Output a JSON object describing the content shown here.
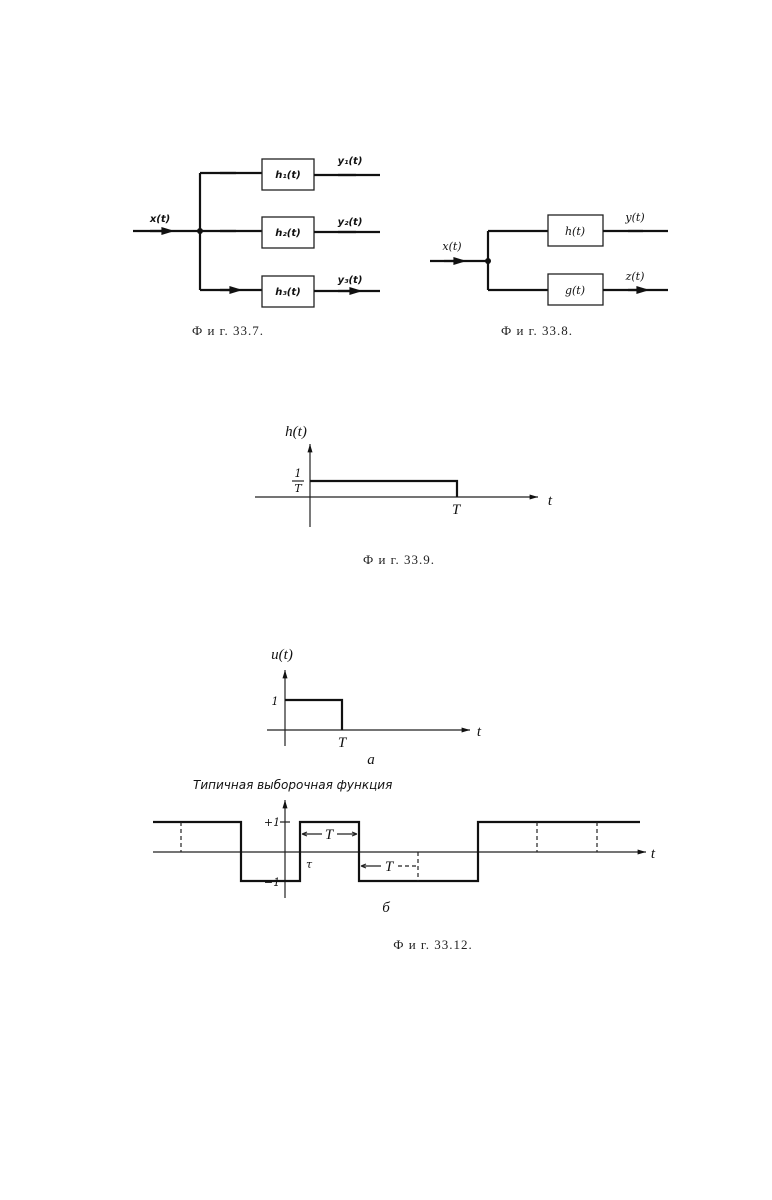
{
  "fig_33_7": {
    "input": "x(t)",
    "blocks": [
      "h₁(t)",
      "h₂(t)",
      "h₃(t)"
    ],
    "outputs": [
      "y₁(t)",
      "y₂(t)",
      "y₃(t)"
    ],
    "caption": "Ф и г.   33.7."
  },
  "fig_33_8": {
    "input": "x(t)",
    "blocks": [
      "h(t)",
      "g(t)"
    ],
    "outputs": [
      "y(t)",
      "z(t)"
    ],
    "caption": "Ф и г.   33.8."
  },
  "fig_33_9": {
    "ylabel": "h(t)",
    "level_num": "1",
    "level_den": "T",
    "xtick": "T",
    "xlabel": "t",
    "caption": "Ф и г.   33.9."
  },
  "fig_33_12": {
    "a": {
      "ylabel": "u(t)",
      "level": "1",
      "xtick": "T",
      "xlabel": "t",
      "sublabel": "a"
    },
    "b": {
      "title": "Типичная выборочная функция",
      "plus": "+1",
      "minus": "−1",
      "tau": "τ",
      "period1": "T",
      "period2": "T",
      "xlabel": "t",
      "sublabel": "б"
    },
    "caption": "Ф и г.   33.12."
  }
}
